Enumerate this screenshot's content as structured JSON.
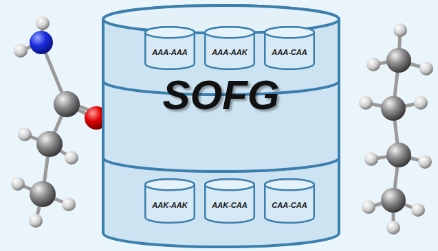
{
  "diagram": {
    "nodes": [
      {
        "text": [
          "SOFG"
        ]
      },
      {
        "text": [
          "AAA-AAA"
        ],
        "in": 0
      },
      {
        "text": [
          "AAA-AAK"
        ],
        "in": 0
      },
      {
        "text": [
          "AAA-CAA"
        ],
        "in": 0
      },
      {
        "text": [
          "AAK-AAK"
        ],
        "in": 0
      },
      {
        "text": [
          "AAK-CAA"
        ],
        "in": 0
      },
      {
        "text": [
          "CAA-CAA"
        ],
        "in": 0
      }
    ]
  }
}
